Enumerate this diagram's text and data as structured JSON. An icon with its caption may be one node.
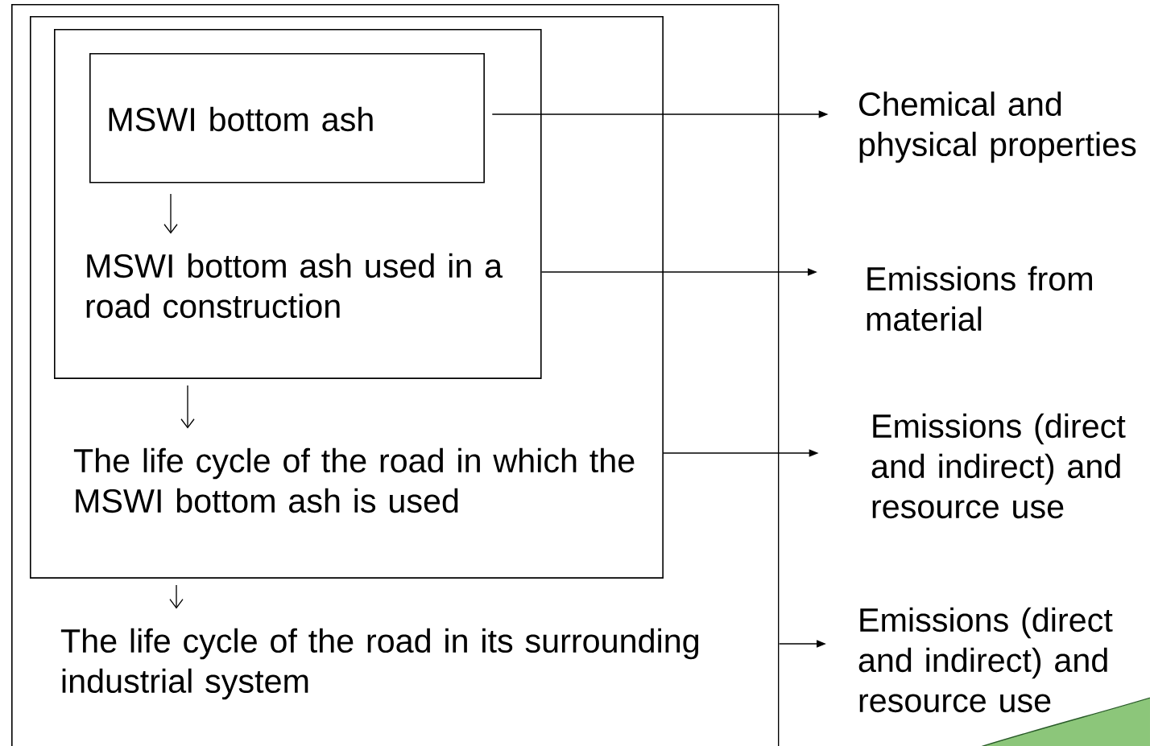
{
  "diagram": {
    "nodes": [
      {
        "text": [],
        "shape": "box"
      },
      {
        "text": [],
        "shape": "box",
        "in": 0
      },
      {
        "text": [],
        "shape": "box",
        "in": 1
      },
      {
        "text": [
          "MSWI bottom ash"
        ],
        "in": 2
      },
      {
        "text": [
          "MSWI bottom ash used in a road construction"
        ],
        "in": 2
      },
      {
        "text": [
          "The life cycle of the road in which the MSWI bottom ash is used"
        ],
        "in": 1
      },
      {
        "text": [
          "The life cycle of the road in its surrounding industrial system"
        ],
        "in": 0
      },
      {
        "text": [
          "Chemical and physical properties"
        ]
      },
      {
        "text": [
          "Emissions from material"
        ]
      },
      {
        "text": [
          "Emissions (direct and indirect) and resource use"
        ]
      },
      {
        "text": [
          "Emissions (direct and indirect) and resource use"
        ]
      }
    ],
    "edges": [
      {
        "from": 3,
        "to": 4,
        "arrow": "to"
      },
      {
        "from": 2,
        "to": 5,
        "arrow": "to"
      },
      {
        "from": 1,
        "to": 6,
        "arrow": "to"
      },
      {
        "from": 3,
        "to": 7,
        "arrow": "to"
      },
      {
        "from": 2,
        "to": 8,
        "arrow": "to"
      },
      {
        "from": 1,
        "to": 9,
        "arrow": "to"
      },
      {
        "from": 0,
        "to": 10,
        "arrow": "to"
      }
    ]
  }
}
